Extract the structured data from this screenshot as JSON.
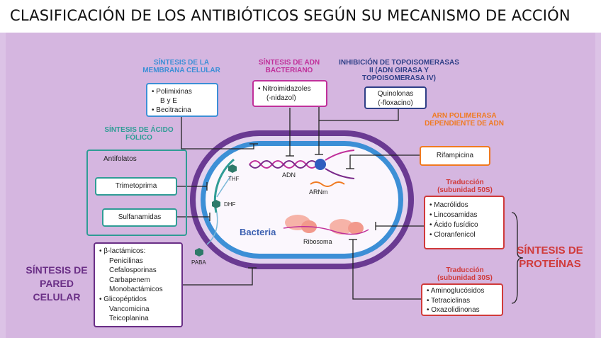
{
  "title": "CLASIFICACIÓN DE LOS ANTIBIÓTICOS SEGÚN SU MECANISMO DE ACCIÓN",
  "colors": {
    "membrane": "#3c8fd6",
    "dna": "#c0309a",
    "topo": "#2f3f87",
    "folate": "#2f9c95",
    "rna": "#f07a20",
    "protein": "#d03a3a",
    "wall": "#6a2f86"
  },
  "membrane": {
    "heading": "SÍNTESIS DE LA MEMBRANA CELULAR",
    "item1": "• Polimixinas",
    "item1b": "B y E",
    "item2": "• Becitracina"
  },
  "dna": {
    "heading": "SÍNTESIS DE ADN BACTERIANO",
    "item1": "• Nitroimidazoles",
    "item1b": "(-nidazol)"
  },
  "topo": {
    "heading": "INHIBICIÓN DE TOPOISOMERASAS II (ADN GIRASA Y TOPOISOMERASA IV)",
    "item1": "Quinolonas",
    "item1b": "(-floxacino)"
  },
  "rna": {
    "heading": "ARN POLIMERASA DEPENDIENTE DE ADN",
    "item1": "Rifampicina"
  },
  "folate": {
    "heading": "SÍNTESIS DE ÁCIDO FÓLICO",
    "group": "Antifolatos",
    "item1": "Trimetoprima",
    "item2": "Sulfanamidas"
  },
  "cell": {
    "thf": "THF",
    "dhf": "DHF",
    "paba": "PABA",
    "adn": "ADN",
    "arnm": "ARNm",
    "bacteria": "Bacteria",
    "ribosoma": "Ribosoma"
  },
  "wall": {
    "big": "SÍNTESIS DE PARED CELULAR",
    "items": [
      "• β-lactámicos:",
      "Penicilinas",
      "Cefalosporinas",
      "Carbapenem",
      "Monobactámicos",
      "• Glicopéptidos",
      "Vancomicina",
      "Teicoplanina"
    ]
  },
  "protein": {
    "big": "SÍNTESIS DE PROTEÍNAS",
    "sub50": "Traducción (subunidad 50S)",
    "items50": [
      "• Macrólidos",
      "• Lincosamidas",
      "• Ácido fusídico",
      "• Cloranfenicol"
    ],
    "sub30": "Traducción (subunidad 30S)",
    "items30": [
      "• Aminoglucósidos",
      "• Tetraciclinas",
      "• Oxazolidinonas"
    ]
  }
}
